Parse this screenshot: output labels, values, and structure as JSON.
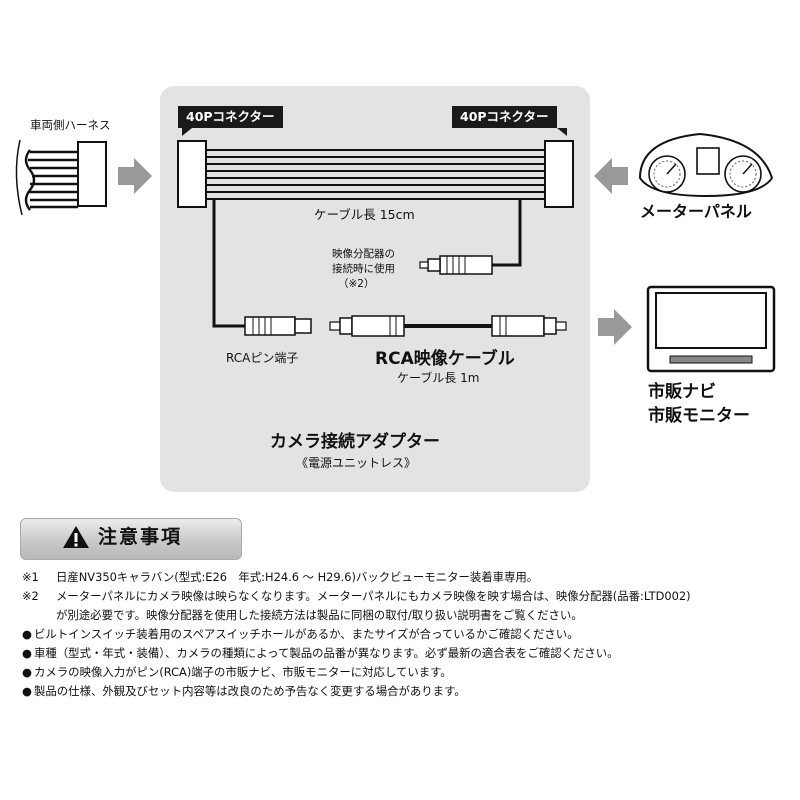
{
  "diagram": {
    "harness_label": "車両側ハーネス",
    "connector_left": "40Pコネクター",
    "connector_right": "40Pコネクター",
    "cable_length_main": "ケーブル長 15cm",
    "splitter_note": [
      "映像分配器の",
      "接続時に使用",
      "（※2）"
    ],
    "rca_pin_label": "RCAピン端子",
    "rca_cable_title": "RCA映像ケーブル",
    "rca_cable_length": "ケーブル長 1m",
    "meter_panel_label": "メーターパネル",
    "navi_labels": [
      "市販ナビ",
      "市販モニター"
    ],
    "adapter_title": "カメラ接続アダプター",
    "adapter_subtitle": "《電源ユニットレス》"
  },
  "notice": {
    "title": "注意事項",
    "items": [
      {
        "mark": "※1",
        "text": "日産NV350キャラバン(型式:E26　年式:H24.6 ～ H29.6)バックビューモニター装着車専用。"
      },
      {
        "mark": "※2",
        "text": "メーターパネルにカメラ映像は映らなくなります。メーターパネルにもカメラ映像を映す場合は、映像分配器(品番:LTD002)"
      },
      {
        "mark": "",
        "text": "が別途必要です。映像分配器を使用した接続方法は製品に同梱の取付/取り扱い説明書をご覧ください。"
      },
      {
        "mark": "●",
        "text": "ビルトインスイッチ装着用のスペアスイッチホールがあるか、またサイズが合っているかご確認ください。"
      },
      {
        "mark": "●",
        "text": "車種（型式・年式・装備）、カメラの種類によって製品の品番が異なります。必ず最新の適合表をご確認ください。"
      },
      {
        "mark": "●",
        "text": "カメラの映像入力がピン(RCA)端子の市販ナビ、市販モニターに対応しています。"
      },
      {
        "mark": "●",
        "text": "製品の仕様、外観及びセット内容等は改良のため予告なく変更する場合があります。"
      }
    ]
  }
}
